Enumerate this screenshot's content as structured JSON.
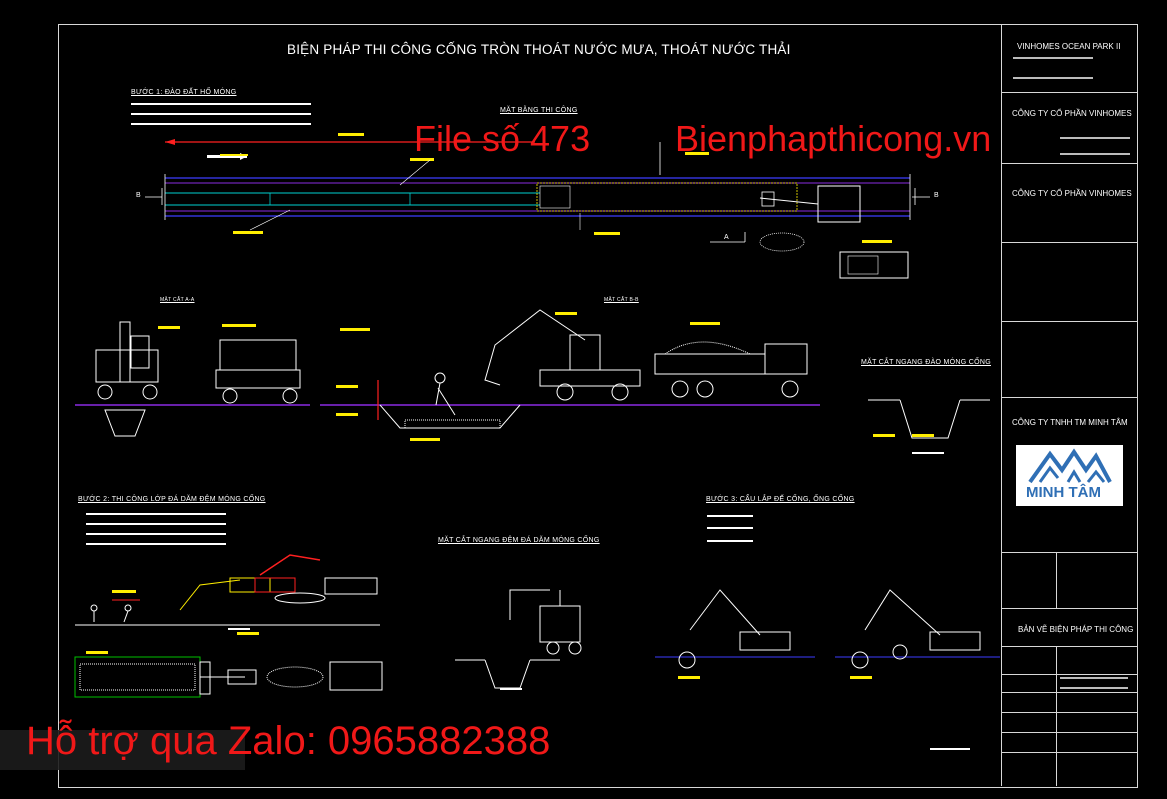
{
  "drawing": {
    "title": "BIỆN PHÁP THI CÔNG CỐNG TRÒN THOÁT NƯỚC MƯA, THOÁT NƯỚC THẢI",
    "step1_label": "BƯỚC 1: ĐÀO ĐẤT HỐ MÓNG",
    "plan_label": "MẶT BẰNG THI CÔNG",
    "step2_label": "BƯỚC 2: THI CÔNG LỚP ĐÁ DĂM ĐỆM MÓNG CỐNG",
    "step3_label": "BƯỚC 3: CẨU LẮP ĐẾ CỐNG, ỐNG CỐNG",
    "section_aa": "MẶT CẮT A-A",
    "section_bb": "MẶT CẮT B-B",
    "cross_section_excavation": "MẶT CẮT NGANG ĐÀO MÓNG CỐNG",
    "cross_section_gravel": "MẶT CẮT NGANG ĐỆM ĐÁ DĂM MÓNG CỐNG",
    "marker_a": "A",
    "marker_b": "B"
  },
  "watermark": {
    "file_label": "File số 473",
    "site": "Bienphapthicong.vn",
    "support": "Hỗ trợ qua Zalo: 0965882388"
  },
  "title_block": {
    "project_value": "VINHOMES OCEAN PARK II",
    "investor_value": "CÔNG TY CỔ PHẦN VINHOMES",
    "consultant_value": "CÔNG TY CỔ PHẦN VINHOMES",
    "contractor_value": "CÔNG TY TNHH TM MINH TÂM",
    "logo_text": "MINH TÂM",
    "sheet_title": "BẢN VẼ BIỆN PHÁP THI CÔNG"
  },
  "colors": {
    "background": "#000000",
    "line_white": "#ffffff",
    "blue": "#3d3dff",
    "purple": "#8a2be2",
    "cyan": "#00d0d0",
    "yellow": "#ffee00",
    "red": "#ff2020",
    "watermark": "#f01818",
    "logo_blue": "#2f6fb5"
  }
}
